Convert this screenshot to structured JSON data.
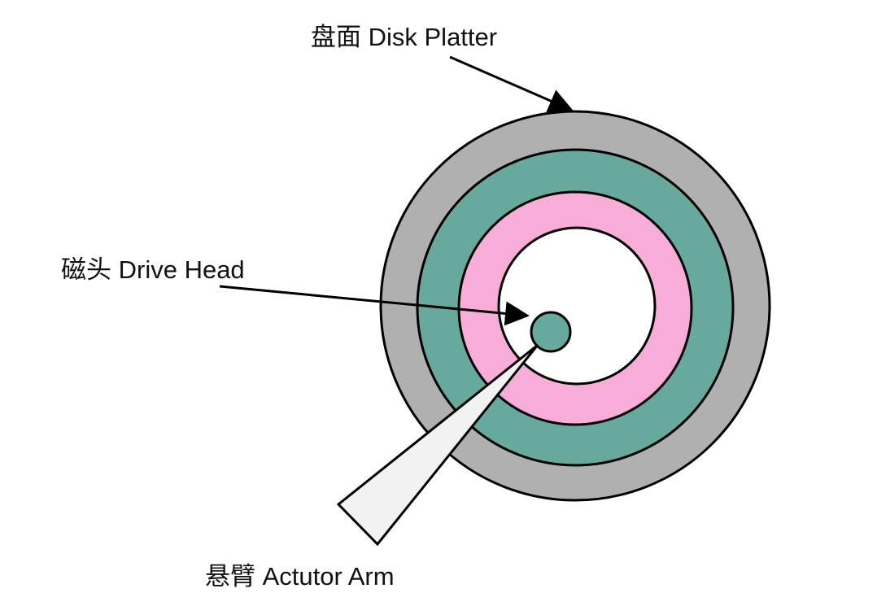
{
  "labels": {
    "platter": "盘面 Disk Platter",
    "head": "磁头 Drive Head",
    "arm": "悬臂 Actutor Arm"
  },
  "colors": {
    "outer_ring": "#b0b0b0",
    "track_teal": "#67a99c",
    "track_pink": "#f8add8",
    "center": "#ffffff",
    "head": "#67a99c",
    "arm": "#f2f2f2",
    "stroke": "#000000"
  }
}
